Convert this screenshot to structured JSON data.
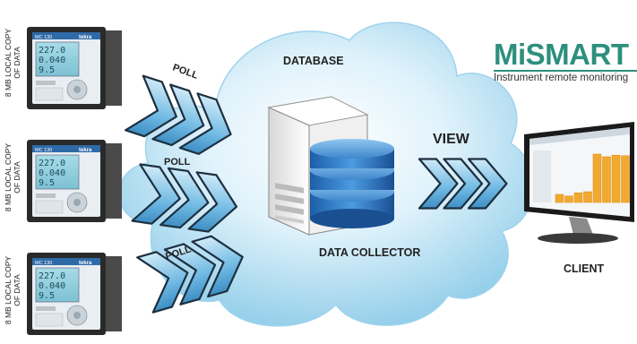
{
  "brand": {
    "name": "MiSMART",
    "tagline": "Instrument remote monitoring",
    "color": "#2d8f7d"
  },
  "cloud": {
    "database_label": "DATABASE",
    "collector_label": "DATA COLLECTOR",
    "view_label": "VIEW"
  },
  "meters": [
    {
      "side_label_line1": "8 MB LOCAL COPY",
      "side_label_line2": "OF DATA",
      "model": "MC 130",
      "logo": "tekra",
      "readings": [
        "227.0",
        "0.040",
        "9.5"
      ],
      "poll_label": "POLL"
    },
    {
      "side_label_line1": "8 MB LOCAL COPY",
      "side_label_line2": "OF DATA",
      "model": "MC 130",
      "logo": "tekra",
      "readings": [
        "227.0",
        "0.040",
        "9.5"
      ],
      "poll_label": "POLL"
    },
    {
      "side_label_line1": "8 MB LOCAL COPY",
      "side_label_line2": "OF DATA",
      "model": "MC 130",
      "logo": "tekra",
      "readings": [
        "227.0",
        "0.040",
        "9.5"
      ],
      "poll_label": "POLL"
    }
  ],
  "client": {
    "label": "CLIENT",
    "chart_bars": [
      0.15,
      0.12,
      0.18,
      0.2,
      0.9,
      0.85,
      0.88,
      0.87
    ]
  },
  "colors": {
    "cloud_light": "#e8f6fc",
    "cloud_dark": "#7cc4e4",
    "arrow_fill": "#5ab0e0",
    "meter_body": "#2a2a2a",
    "meter_screen": "#9ad3e0"
  }
}
